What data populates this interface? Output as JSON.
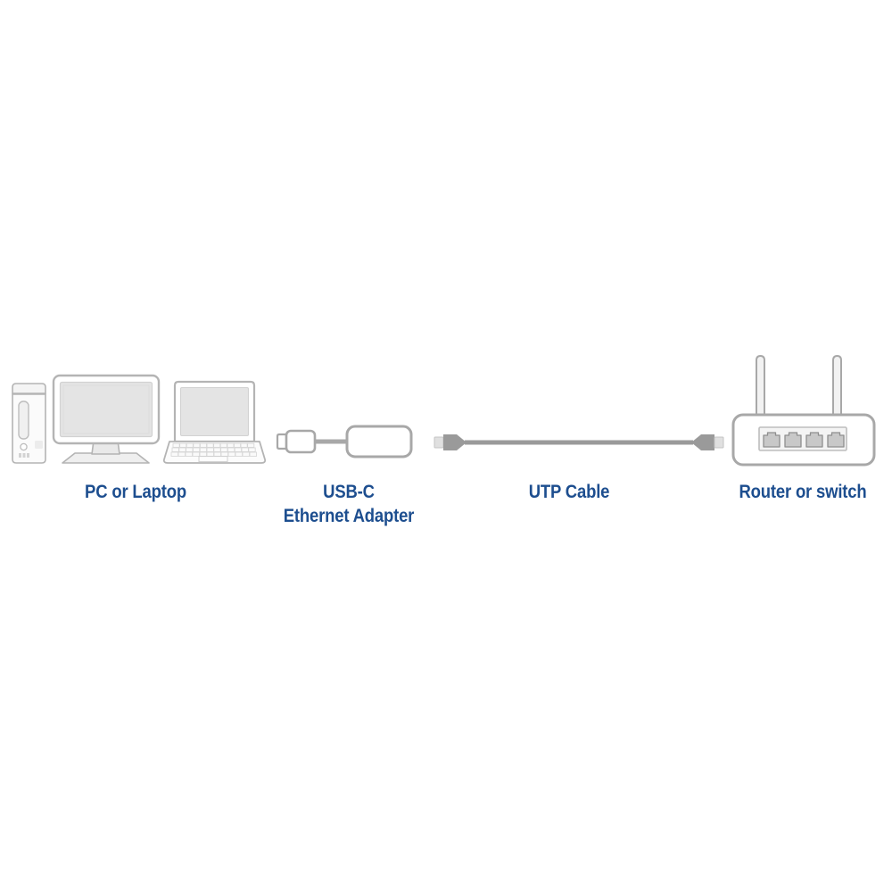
{
  "diagram": {
    "type": "connectivity-diagram",
    "background_color": "#ffffff",
    "label_color": "#1d4e8f",
    "device_outline_color": "#a8a8a8",
    "device_fill_color": "#e8e8e8",
    "cable_color": "#9a9a9a",
    "nodes": [
      {
        "id": "pc-or-laptop",
        "label": "PC or Laptop",
        "label_lines": [
          "PC or Laptop"
        ],
        "icons": [
          "desktop-tower-icon",
          "monitor-icon",
          "laptop-icon"
        ]
      },
      {
        "id": "usb-c-ethernet-adapter",
        "label": "USB-C Ethernet Adapter",
        "label_lines": [
          "USB-C",
          "Ethernet Adapter"
        ],
        "icons": [
          "usb-c-plug-icon",
          "adapter-body-icon"
        ]
      },
      {
        "id": "utp-cable",
        "label": "UTP Cable",
        "label_lines": [
          "UTP Cable"
        ],
        "icons": [
          "rj45-plug-left-icon",
          "rj45-plug-right-icon"
        ]
      },
      {
        "id": "router-or-switch",
        "label": "Router or switch",
        "label_lines": [
          "Router or switch"
        ],
        "icons": [
          "antenna-icon",
          "router-body-icon",
          "rj45-port-icon"
        ],
        "port_count": 4,
        "antenna_count": 2
      }
    ]
  }
}
